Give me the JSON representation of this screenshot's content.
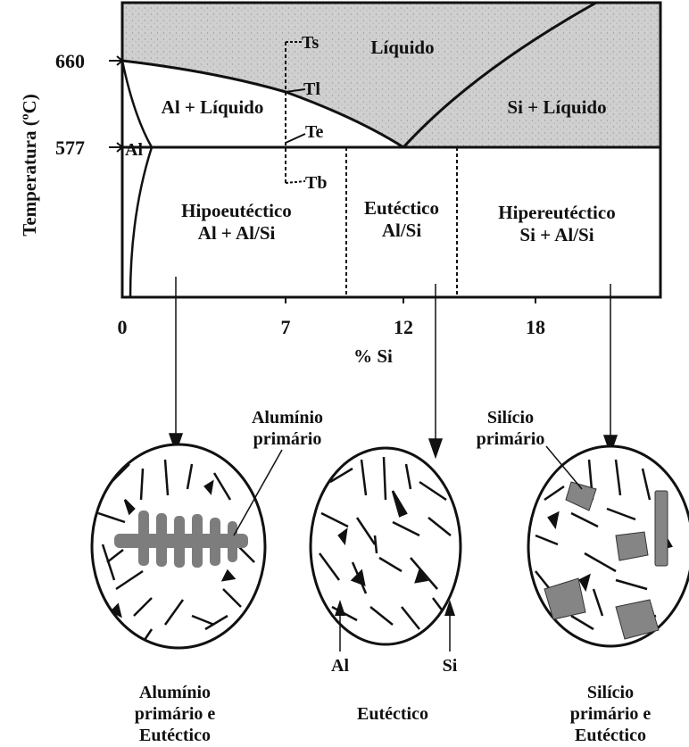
{
  "phase_diagram": {
    "y_axis_label": "Temperatura (ºC)",
    "x_axis_label": "% Si",
    "y_ticks": [
      "660",
      "577"
    ],
    "x_ticks": [
      "0",
      "7",
      "12",
      "18"
    ],
    "point_labels": {
      "al": "Al",
      "ts": "Ts",
      "tl": "Tl",
      "te": "Te",
      "tb": "Tb"
    },
    "regions": {
      "liquid": "Líquido",
      "al_liquid": "Al + Líquido",
      "si_liquid": "Si + Líquido",
      "hypo_title": "Hipoeutéctico",
      "hypo_sub": "Al + Al/Si",
      "eut_title": "Eutéctico",
      "eut_sub": "Al/Si",
      "hyper_title": "Hipereutéctico",
      "hyper_sub": "Si + Al/Si"
    }
  },
  "microstructures": {
    "hypo": {
      "annotation_line1": "Alumínio",
      "annotation_line2": "primário",
      "caption_line1": "Alumínio",
      "caption_line2": "primário e",
      "caption_line3": "Eutéctico"
    },
    "eutectic": {
      "phase_al": "Al",
      "phase_si": "Si",
      "caption": "Eutéctico"
    },
    "hyper": {
      "annotation_line1": "Silício",
      "annotation_line2": "primário",
      "caption_line1": "Silício",
      "caption_line2": "primário e",
      "caption_line3": "Eutéctico"
    }
  },
  "colors": {
    "liquid_shade": "#d4d4d4",
    "line": "#111111",
    "primary_phase": "#808080"
  }
}
